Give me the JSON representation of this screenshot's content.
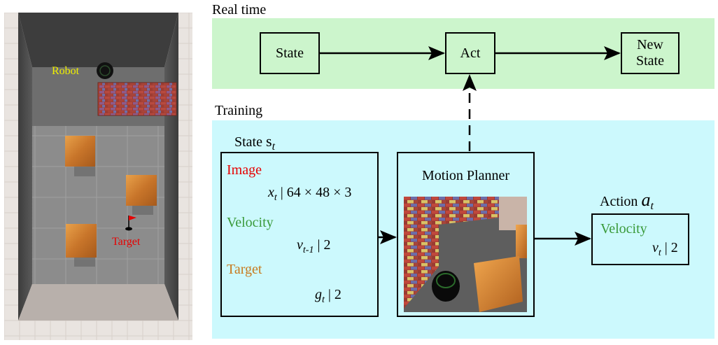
{
  "real_time": {
    "title": "Real time",
    "state": "State",
    "act": "Act",
    "new_state_line1": "New",
    "new_state_line2": "State"
  },
  "training": {
    "title": "Training",
    "state_label": "State",
    "state_symbol": "s",
    "state_sub": "t",
    "image_label": "Image",
    "image_var": "x",
    "image_sub": "t",
    "image_dims": " | 64 × 48 × 3",
    "velocity_label": "Velocity",
    "vel_var": "v",
    "vel_sub": "t-1",
    "vel_dim": " | 2",
    "target_label": "Target",
    "target_var": "g",
    "target_sub": "t",
    "target_dim": " | 2",
    "planner_title": "Motion Planner",
    "action_label": "Action",
    "action_var": "a",
    "action_sub": "t",
    "action_velocity_label": "Velocity",
    "action_vel_var": "v",
    "action_vel_sub": "t",
    "action_vel_dim": " | 2"
  },
  "scene": {
    "robot_label": "Robot",
    "target_label": "Target",
    "robot_label_color": "#f0f000",
    "target_label_color": "#e60000"
  },
  "colors": {
    "real_time_bg": "#ccf5cc",
    "training_bg": "#ccf9fd",
    "image_text": "#e60000",
    "velocity_text": "#3a9a3a",
    "target_text": "#c87a1e"
  }
}
